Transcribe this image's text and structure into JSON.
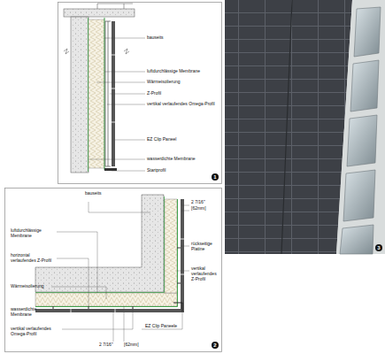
{
  "diagram": {
    "labels": [
      "bauseits",
      "luftdurchlässige Membrane",
      "Wärmeisolierung",
      "Z-Profil",
      "vertikal verlaufendes Omega-Profil",
      "EZ Clip Paneel",
      "wasserdichte Membrane",
      "Startprofil",
      "1",
      "bauseits",
      "luftdurchlässige Membrane",
      "horizontal verlaufendes Z-Profil",
      "Wärmeisolierung",
      "wasserdichte Membrane",
      "vertikal verlaufendes Omega-Profil",
      "2 7/16\"",
      "[62mm]",
      "rückseitige Platine",
      "vertikal verlaufendes Z-Profil",
      "EZ Clip Paneele",
      "2 7/16\"",
      "[62mm]",
      "2",
      "3"
    ]
  }
}
